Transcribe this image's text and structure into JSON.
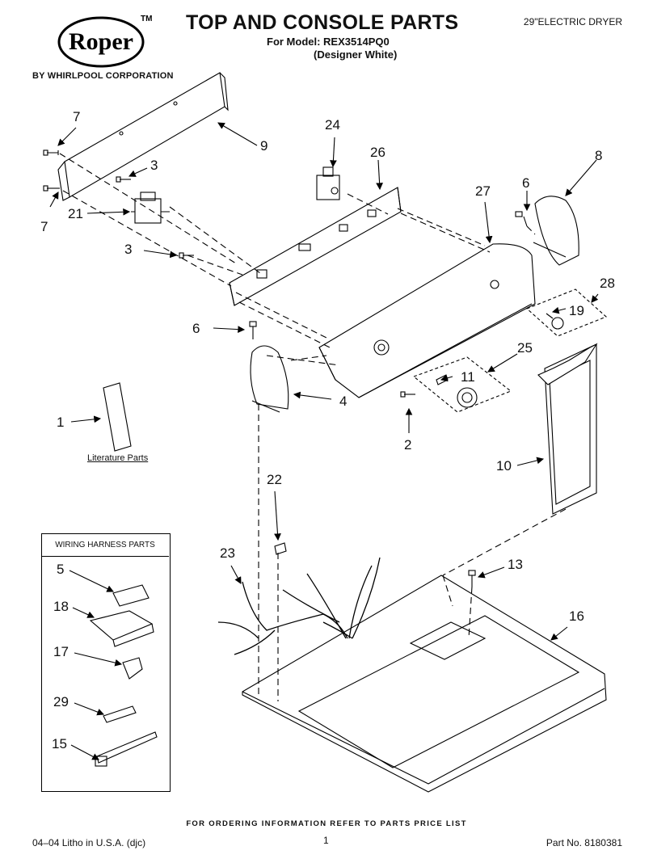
{
  "header": {
    "brand": "Roper",
    "trademark": "TM",
    "brand_subtitle": "BY WHIRLPOOL CORPORATION",
    "title": "TOP AND CONSOLE PARTS",
    "model_line": "For Model: REX3514PQ0",
    "variant_line": "(Designer White)",
    "product": "29\"ELECTRIC DRYER"
  },
  "callouts": {
    "c1": "1",
    "c2": "2",
    "c3a": "3",
    "c3b": "3",
    "c4": "4",
    "c6a": "6",
    "c6b": "6",
    "c7a": "7",
    "c7b": "7",
    "c8": "8",
    "c9": "9",
    "c10": "10",
    "c11": "11",
    "c13": "13",
    "c16": "16",
    "c19": "19",
    "c21": "21",
    "c22": "22",
    "c23": "23",
    "c24": "24",
    "c25": "25",
    "c26": "26",
    "c27": "27",
    "c28": "28",
    "h5": "5",
    "h18": "18",
    "h17": "17",
    "h29": "29",
    "h15": "15"
  },
  "literature_label": "Literature Parts",
  "harness_box": {
    "title": "WIRING HARNESS PARTS"
  },
  "footer": {
    "ordering": "FOR ORDERING INFORMATION REFER TO PARTS PRICE LIST",
    "litho": "04–04 Litho in U.S.A. (djc)",
    "page": "1",
    "part_no": "Part No. 8180381"
  }
}
